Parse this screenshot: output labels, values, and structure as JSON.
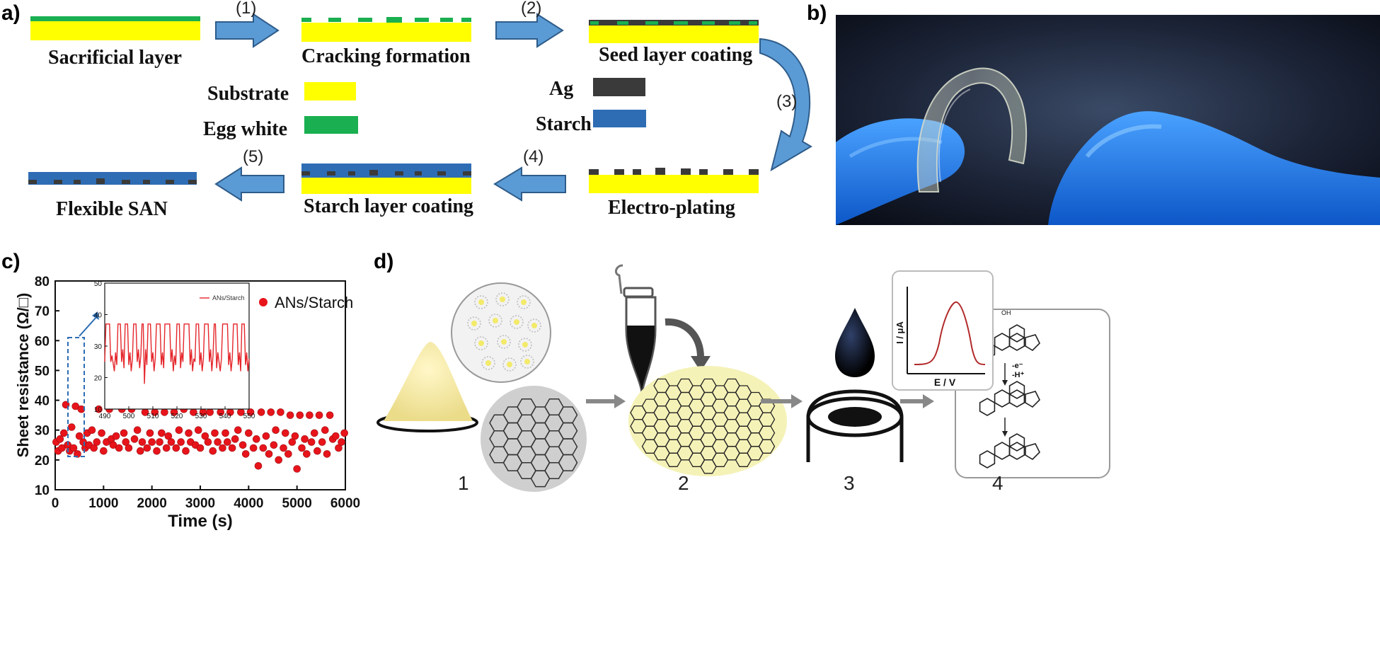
{
  "colors": {
    "substrate": "#FFFF00",
    "egg_white": "#1AAF50",
    "ag": "#3A3A3A",
    "starch": "#2E6DB4",
    "arrow_fill": "#5B9BD5",
    "arrow_stroke": "#2E5C8A",
    "dot": "#E8141B"
  },
  "panel_a": {
    "label": "a)",
    "steps": {
      "sacrificial": "Sacrificial layer",
      "cracking": "Cracking formation",
      "seed": "Seed layer coating",
      "electro": "Electro-plating",
      "starch_coat": "Starch layer coating",
      "flexible": "Flexible SAN"
    },
    "arrow_numbers": [
      "(1)",
      "(2)",
      "(3)",
      "(4)",
      "(5)"
    ],
    "legend": {
      "substrate": "Substrate",
      "egg_white": "Egg white",
      "ag": "Ag",
      "starch": "Starch"
    }
  },
  "panel_b": {
    "label": "b)"
  },
  "panel_c": {
    "label": "c)"
  },
  "panel_d": {
    "label": "d)",
    "step_numbers": [
      "1",
      "2",
      "3",
      "4"
    ],
    "inset_xlabel": "E / V",
    "inset_ylabel": "I / μA",
    "reaction_labels": [
      "-e⁻",
      "-H⁺"
    ]
  },
  "chart_data": [
    {
      "type": "scatter",
      "title": "",
      "xlabel": "Time (s)",
      "ylabel": "Sheet resistance (Ω/□)",
      "xlim": [
        0,
        6000
      ],
      "ylim": [
        10,
        80
      ],
      "xticks": [
        0,
        1000,
        2000,
        3000,
        4000,
        5000,
        6000
      ],
      "yticks": [
        10,
        20,
        30,
        40,
        50,
        60,
        70,
        80
      ],
      "legend": "top-right",
      "series": [
        {
          "name": "ANs/Starch",
          "points": [
            [
              20,
              26
            ],
            [
              60,
              23
            ],
            [
              100,
              27
            ],
            [
              140,
              24
            ],
            [
              180,
              29
            ],
            [
              220,
              38.5
            ],
            [
              260,
              25
            ],
            [
              300,
              23
            ],
            [
              340,
              31
            ],
            [
              380,
              24
            ],
            [
              420,
              38
            ],
            [
              460,
              22
            ],
            [
              500,
              28
            ],
            [
              540,
              37
            ],
            [
              580,
              26
            ],
            [
              620,
              24
            ],
            [
              660,
              29
            ],
            [
              700,
              25
            ],
            [
              760,
              30
            ],
            [
              800,
              24
            ],
            [
              860,
              26
            ],
            [
              900,
              37
            ],
            [
              960,
              29
            ],
            [
              1000,
              23
            ],
            [
              1060,
              26
            ],
            [
              1120,
              37
            ],
            [
              1160,
              27
            ],
            [
              1200,
              25
            ],
            [
              1260,
              28
            ],
            [
              1320,
              24
            ],
            [
              1380,
              37
            ],
            [
              1420,
              29
            ],
            [
              1460,
              26
            ],
            [
              1520,
              24
            ],
            [
              1580,
              37
            ],
            [
              1640,
              27
            ],
            [
              1700,
              30
            ],
            [
              1760,
              23
            ],
            [
              1800,
              26
            ],
            [
              1860,
              36
            ],
            [
              1900,
              24
            ],
            [
              1960,
              29
            ],
            [
              2000,
              26
            ],
            [
              2060,
              36
            ],
            [
              2100,
              23
            ],
            [
              2160,
              26
            ],
            [
              2200,
              29
            ],
            [
              2260,
              36
            ],
            [
              2300,
              24
            ],
            [
              2340,
              28
            ],
            [
              2400,
              26
            ],
            [
              2460,
              36
            ],
            [
              2500,
              24
            ],
            [
              2560,
              30
            ],
            [
              2600,
              26
            ],
            [
              2660,
              37
            ],
            [
              2700,
              23
            ],
            [
              2760,
              29
            ],
            [
              2800,
              26
            ],
            [
              2860,
              36
            ],
            [
              2900,
              25
            ],
            [
              2960,
              30
            ],
            [
              3000,
              24
            ],
            [
              3060,
              36
            ],
            [
              3100,
              28
            ],
            [
              3160,
              26
            ],
            [
              3200,
              36
            ],
            [
              3260,
              23
            ],
            [
              3300,
              29
            ],
            [
              3360,
              26
            ],
            [
              3420,
              36
            ],
            [
              3460,
              24
            ],
            [
              3520,
              29
            ],
            [
              3560,
              26
            ],
            [
              3620,
              36
            ],
            [
              3660,
              24
            ],
            [
              3720,
              27
            ],
            [
              3780,
              30
            ],
            [
              3840,
              36
            ],
            [
              3880,
              25
            ],
            [
              3940,
              22
            ],
            [
              4000,
              29
            ],
            [
              4040,
              36
            ],
            [
              4100,
              24
            ],
            [
              4160,
              27
            ],
            [
              4200,
              18
            ],
            [
              4260,
              36
            ],
            [
              4300,
              24
            ],
            [
              4360,
              28
            ],
            [
              4420,
              22
            ],
            [
              4460,
              36
            ],
            [
              4520,
              25
            ],
            [
              4560,
              30
            ],
            [
              4620,
              20
            ],
            [
              4660,
              36
            ],
            [
              4720,
              24
            ],
            [
              4760,
              29
            ],
            [
              4820,
              22
            ],
            [
              4860,
              35
            ],
            [
              4900,
              26
            ],
            [
              4960,
              28
            ],
            [
              5000,
              17
            ],
            [
              5060,
              35
            ],
            [
              5100,
              24
            ],
            [
              5160,
              27
            ],
            [
              5200,
              22
            ],
            [
              5260,
              35
            ],
            [
              5300,
              26
            ],
            [
              5360,
              29
            ],
            [
              5420,
              23
            ],
            [
              5460,
              35
            ],
            [
              5520,
              26
            ],
            [
              5580,
              30
            ],
            [
              5620,
              22
            ],
            [
              5680,
              35
            ],
            [
              5740,
              27
            ],
            [
              5800,
              28
            ],
            [
              5860,
              24
            ],
            [
              5920,
              26
            ],
            [
              5980,
              29
            ]
          ]
        }
      ]
    },
    {
      "type": "line",
      "title": "",
      "xlim": [
        490,
        550
      ],
      "ylim": [
        10,
        50
      ],
      "xticks": [
        490,
        500,
        510,
        520,
        530,
        540,
        550
      ],
      "yticks": [
        10,
        20,
        30,
        40,
        50
      ],
      "legend": "top-right",
      "series": [
        {
          "name": "ANs/Starch",
          "points": [
            [
              490,
              25
            ],
            [
              490.5,
              37
            ],
            [
              491,
              37
            ],
            [
              492,
              37
            ],
            [
              492.5,
              25
            ],
            [
              493,
              27
            ],
            [
              494,
              22
            ],
            [
              494.5,
              28
            ],
            [
              495,
              24
            ],
            [
              495.5,
              37
            ],
            [
              496,
              37
            ],
            [
              496.5,
              37
            ],
            [
              497,
              25
            ],
            [
              497.5,
              29
            ],
            [
              498,
              23
            ],
            [
              498.5,
              37
            ],
            [
              499,
              37
            ],
            [
              499.5,
              37
            ],
            [
              500,
              24
            ],
            [
              500.5,
              28
            ],
            [
              501,
              22
            ],
            [
              501.5,
              26
            ],
            [
              502,
              37
            ],
            [
              502.5,
              37
            ],
            [
              503,
              37
            ],
            [
              503.5,
              25
            ],
            [
              504,
              29
            ],
            [
              504.5,
              23
            ],
            [
              505,
              27
            ],
            [
              505.5,
              37
            ],
            [
              506,
              37
            ],
            [
              506.5,
              18
            ],
            [
              507,
              29
            ],
            [
              507.5,
              24
            ],
            [
              508,
              37
            ],
            [
              509,
              37
            ],
            [
              509.5,
              25
            ],
            [
              510,
              28
            ],
            [
              510.5,
              22
            ],
            [
              511,
              26
            ],
            [
              511.5,
              37
            ],
            [
              512,
              37
            ],
            [
              513,
              37
            ],
            [
              513.5,
              24
            ],
            [
              514,
              28
            ],
            [
              514.5,
              23
            ],
            [
              515,
              37
            ],
            [
              516,
              37
            ],
            [
              517,
              37
            ],
            [
              517.5,
              25
            ],
            [
              518,
              29
            ],
            [
              518.5,
              22
            ],
            [
              519,
              27
            ],
            [
              519.5,
              24
            ],
            [
              520,
              37
            ],
            [
              521,
              37
            ],
            [
              521.5,
              23
            ],
            [
              522,
              28
            ],
            [
              522.5,
              25
            ],
            [
              523,
              37
            ],
            [
              524,
              37
            ],
            [
              525,
              37
            ],
            [
              525.5,
              24
            ],
            [
              526,
              29
            ],
            [
              526.5,
              22
            ],
            [
              527,
              26
            ],
            [
              527.5,
              25
            ],
            [
              528,
              37
            ],
            [
              529,
              37
            ],
            [
              529.5,
              24
            ],
            [
              530,
              28
            ],
            [
              530.5,
              22
            ],
            [
              531,
              26
            ],
            [
              531.5,
              37
            ],
            [
              532,
              37
            ],
            [
              533,
              37
            ],
            [
              533.5,
              25
            ],
            [
              534,
              29
            ],
            [
              534.5,
              22
            ],
            [
              535,
              27
            ],
            [
              535.5,
              37
            ],
            [
              536,
              37
            ],
            [
              536.5,
              23
            ],
            [
              537,
              28
            ],
            [
              537.5,
              25
            ],
            [
              538,
              22
            ],
            [
              538.5,
              26
            ],
            [
              539,
              37
            ],
            [
              540,
              37
            ],
            [
              541,
              37
            ],
            [
              541.5,
              24
            ],
            [
              542,
              28
            ],
            [
              542.5,
              22
            ],
            [
              543,
              26
            ],
            [
              543.5,
              37
            ],
            [
              544,
              37
            ],
            [
              545,
              37
            ],
            [
              545.5,
              24
            ],
            [
              546,
              28
            ],
            [
              546.5,
              22
            ],
            [
              547,
              37
            ],
            [
              548,
              37
            ],
            [
              548.5,
              24
            ],
            [
              549,
              28
            ],
            [
              549.5,
              22
            ],
            [
              550,
              26
            ]
          ]
        }
      ]
    }
  ]
}
